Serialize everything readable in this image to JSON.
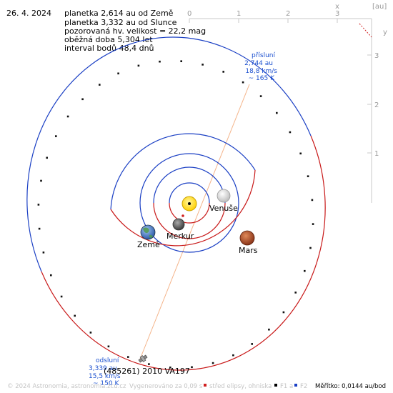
{
  "header": {
    "date": "26. 4. 2024",
    "lines": [
      "planetka 2,614 au od Země",
      "planetka 3,332 au od Slunce",
      "pozorovaná hv. velikost = 22,2 mag",
      "oběžná doba 5,304 let",
      "interval bodů 48,4 dnů"
    ]
  },
  "axes": {
    "x_ticks": [
      "0",
      "1",
      "2",
      "3"
    ],
    "x_name": "x",
    "y_ticks": [
      "3",
      "2",
      "1"
    ],
    "y_name": "y",
    "unit": "[au]"
  },
  "planets": [
    {
      "name": "Venuše",
      "color": "#e8e8e8"
    },
    {
      "name": "Merkur",
      "color": "#6e6e6e"
    },
    {
      "name": "Země",
      "color": "#4a7fd0"
    },
    {
      "name": "Mars",
      "color": "#b8502a"
    }
  ],
  "sun": {
    "color": "#ffd000"
  },
  "perihelion": {
    "lines": [
      "přísluní",
      "2,744 au",
      "18,8 km/s",
      "~ 165 K"
    ]
  },
  "aphelion": {
    "lines": [
      "odsluní",
      "3,339 au",
      "15,5 km/s",
      "~ 150 K"
    ]
  },
  "asteroid": {
    "name": "(485261) 2010 VA197"
  },
  "colors": {
    "above_ecliptic": "#1a3fc4",
    "below_ecliptic": "#c81818",
    "apsides_line": "#f4b48a"
  },
  "footer": {
    "copyright": "© 2024 Astronomia, astronomia.zcu.cz",
    "generated": "Vygenerováno za 0,09 s",
    "center_legend": "střed elipsy, ohniska",
    "f1_legend": "F1 a",
    "f2_legend": "F2",
    "scale_label": "Měřítko: 0,0144 au/bod"
  }
}
